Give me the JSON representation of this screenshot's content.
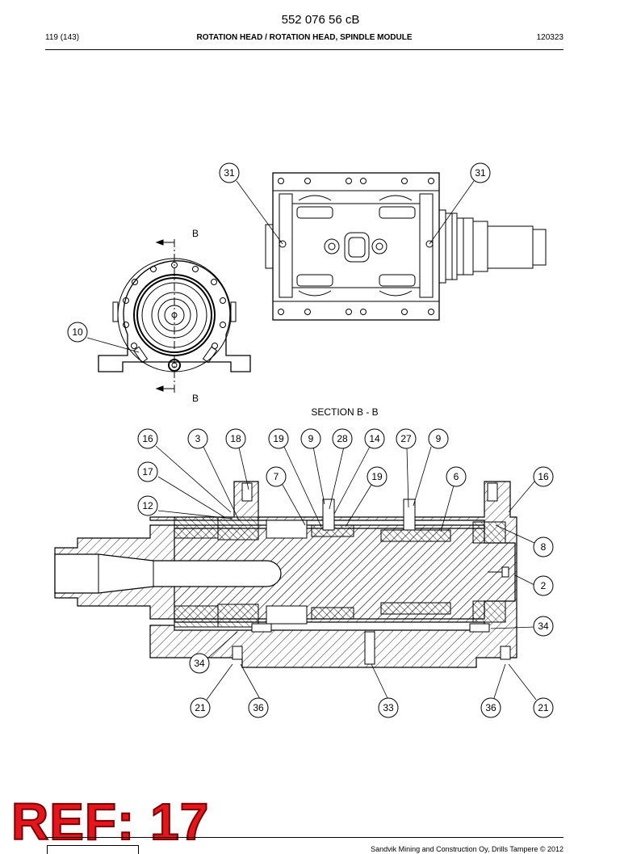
{
  "header": {
    "doc_number": "552 076 56 cB",
    "page": "119 (143)",
    "title": "ROTATION HEAD / ROTATION HEAD, SPINDLE MODULE",
    "date": "120323"
  },
  "section_label": "SECTION B - B",
  "section_marks": {
    "top": "B",
    "bottom": "B"
  },
  "callouts": {
    "top_view_left": "31",
    "top_view_right": "31",
    "end_view": "10",
    "row1": [
      "16",
      "3",
      "18",
      "19",
      "9",
      "28",
      "14",
      "27",
      "9"
    ],
    "row2_left": "17",
    "row2_7": "7",
    "row2_19": "19",
    "row2_6": "6",
    "row2_16": "16",
    "row3_12": "12",
    "right_8": "8",
    "right_2": "2",
    "right_34": "34",
    "left_34": "34",
    "bottom": [
      "21",
      "36",
      "33",
      "36",
      "21"
    ]
  },
  "stamp": "REF: 17",
  "footer": {
    "copyright": "Sandvik Mining and Construction Oy, Drills Tampere © 2012"
  }
}
